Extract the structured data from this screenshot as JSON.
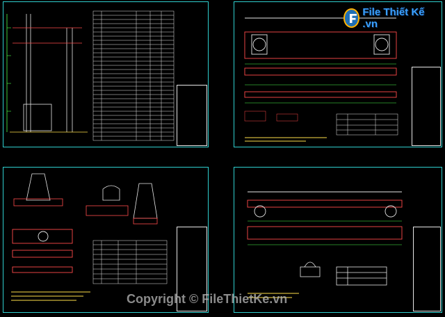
{
  "watermark": {
    "logo_text": "File Thiết Kế .vn",
    "copyright": "Copyright © FileThietKe.vn",
    "colors": {
      "logo": "#3aa0ff",
      "copyright": "#b9b9b9"
    }
  },
  "drawing": {
    "background": "#000000",
    "frame_color": "#2fd0d0",
    "sheets": [
      {
        "id": "top-left",
        "content": "elevation-and-materials-table"
      },
      {
        "id": "top-right",
        "content": "crossarm-plan-and-section"
      },
      {
        "id": "bottom-left",
        "content": "foundation-details"
      },
      {
        "id": "bottom-right",
        "content": "beam-detail"
      }
    ]
  }
}
